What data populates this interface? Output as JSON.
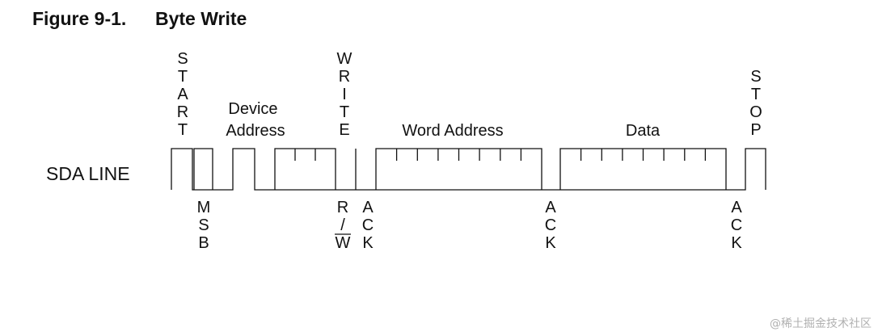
{
  "figure": {
    "number": "Figure 9-1.",
    "title": "Byte Write"
  },
  "line_label": "SDA LINE",
  "labels": {
    "start": [
      "S",
      "T",
      "A",
      "R",
      "T"
    ],
    "write": [
      "W",
      "R",
      "I",
      "T",
      "E"
    ],
    "stop": [
      "S",
      "T",
      "O",
      "P"
    ],
    "device_address": [
      "Device",
      "Address"
    ],
    "word_address": "Word Address",
    "data": "Data",
    "msb": [
      "M",
      "S",
      "B"
    ],
    "rw": [
      "R",
      "/",
      "W"
    ],
    "ack": [
      "A",
      "C",
      "K"
    ]
  },
  "watermark": "@稀土掘金技术社区",
  "colors": {
    "line": "#111111",
    "watermark": "#b0b0b0"
  }
}
